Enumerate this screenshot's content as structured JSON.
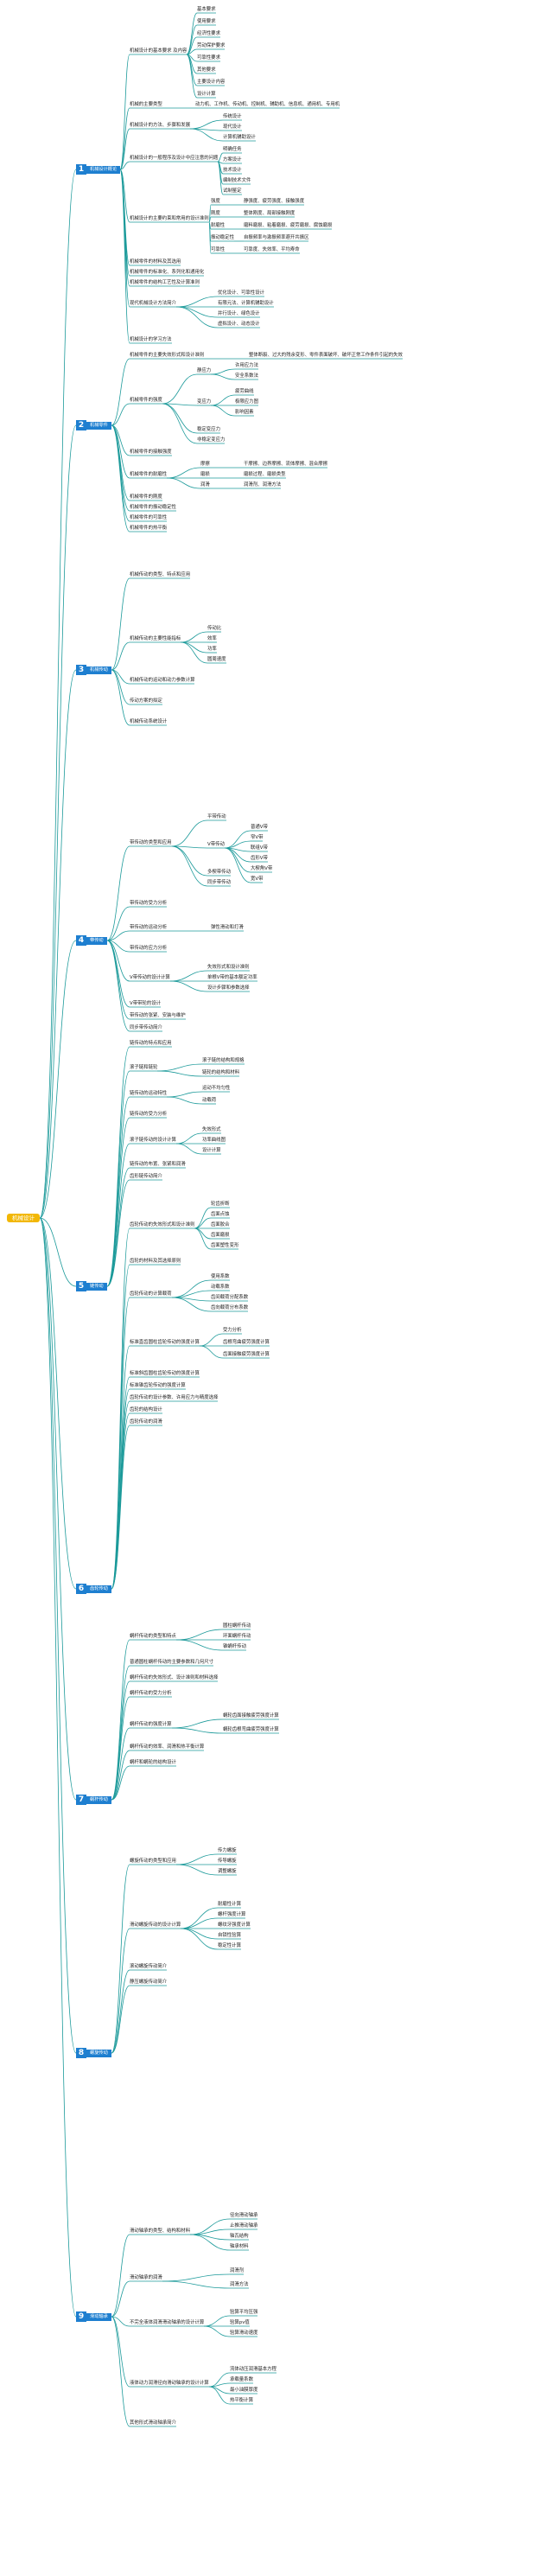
{
  "root": "机械设计",
  "colors": {
    "line": "#1c9a9a",
    "chapter": "#1e7fd0",
    "root": "#f2b705"
  },
  "chapters": [
    {
      "num": "1",
      "title": "机械设计概论"
    },
    {
      "num": "2",
      "title": "机械零件"
    },
    {
      "num": "3",
      "title": "机械传动"
    },
    {
      "num": "4",
      "title": "带传动"
    },
    {
      "num": "5",
      "title": "链传动"
    },
    {
      "num": "6",
      "title": "齿轮传动"
    },
    {
      "num": "7",
      "title": "蜗杆传动"
    },
    {
      "num": "8",
      "title": "螺旋传动"
    },
    {
      "num": "9",
      "title": "滑动轴承"
    }
  ],
  "nodes": [
    {
      "id": "c1a",
      "text": "机械设计的基本要求 及内容"
    },
    {
      "id": "c1a1",
      "text": "基本要求"
    },
    {
      "id": "c1a2",
      "text": "使用要求"
    },
    {
      "id": "c1a3",
      "text": "经济性要求"
    },
    {
      "id": "c1a4",
      "text": "劳动保护要求"
    },
    {
      "id": "c1a5",
      "text": "可靠性要求"
    },
    {
      "id": "c1a6",
      "text": "其他要求"
    },
    {
      "id": "c1a7",
      "text": "主要设计内容"
    },
    {
      "id": "c1a8",
      "text": "设计计算"
    },
    {
      "id": "c1b",
      "text": "机械的主要类型"
    },
    {
      "id": "c1b1",
      "text": "动力机、工作机、传动机、控制机、辅助机、信息机、通用机、专用机"
    },
    {
      "id": "c1c",
      "text": "机械设计的方法、步骤和发展"
    },
    {
      "id": "c1c1",
      "text": "传统设计"
    },
    {
      "id": "c1c2",
      "text": "现代设计"
    },
    {
      "id": "c1c3",
      "text": "计算机辅助设计"
    },
    {
      "id": "c1d",
      "text": "机械设计的一般程序及设计中应注意的问题"
    },
    {
      "id": "c1d1",
      "text": "明确任务"
    },
    {
      "id": "c1d2",
      "text": "方案设计"
    },
    {
      "id": "c1d3",
      "text": "技术设计"
    },
    {
      "id": "c1d4",
      "text": "编制技术文件"
    },
    {
      "id": "c1d5",
      "text": "试制鉴定"
    },
    {
      "id": "c1e",
      "text": "机械设计的主要约束和常用的设计准则"
    },
    {
      "id": "c1e1",
      "text": "强度"
    },
    {
      "id": "c1e2",
      "text": "刚度"
    },
    {
      "id": "c1e3",
      "text": "耐磨性"
    },
    {
      "id": "c1e4",
      "text": "振动稳定性"
    },
    {
      "id": "c1e5",
      "text": "可靠性"
    },
    {
      "id": "c1e1a",
      "text": "静强度、疲劳强度、接触强度"
    },
    {
      "id": "c1e2a",
      "text": "整体刚度、局部接触刚度"
    },
    {
      "id": "c1e3a",
      "text": "磨料磨损、粘着磨损、疲劳磨损、腐蚀磨损"
    },
    {
      "id": "c1e4a",
      "text": "自振频率与激振频率避开共振区"
    },
    {
      "id": "c1e5a",
      "text": "可靠度、失效率、平均寿命"
    },
    {
      "id": "c1f",
      "text": "机械零件的材料及其选用"
    },
    {
      "id": "c1g",
      "text": "机械零件的标准化、系列化和通用化"
    },
    {
      "id": "c1h",
      "text": "机械零件的结构工艺性及计算准则"
    },
    {
      "id": "c1i",
      "text": "现代机械设计方法简介"
    },
    {
      "id": "c1i1",
      "text": "优化设计、可靠性设计"
    },
    {
      "id": "c1i2",
      "text": "有限元法、计算机辅助设计"
    },
    {
      "id": "c1i3",
      "text": "并行设计、绿色设计"
    },
    {
      "id": "c1i4",
      "text": "虚拟设计、动态设计"
    },
    {
      "id": "c1j",
      "text": "机械设计的学习方法"
    },
    {
      "id": "c2a",
      "text": "机械零件的主要失效形式和设计准则"
    },
    {
      "id": "c2a1",
      "text": "整体断裂、过大的残余变形、零件表面破坏、破坏正常工作条件引起的失效"
    },
    {
      "id": "c2b",
      "text": "机械零件的强度"
    },
    {
      "id": "c2b1",
      "text": "静应力"
    },
    {
      "id": "c2b2",
      "text": "变应力"
    },
    {
      "id": "c2b3",
      "text": "稳定变应力"
    },
    {
      "id": "c2b4",
      "text": "非稳定变应力"
    },
    {
      "id": "c2b1a",
      "text": "许用应力法"
    },
    {
      "id": "c2b1b",
      "text": "安全系数法"
    },
    {
      "id": "c2b2a",
      "text": "疲劳曲线"
    },
    {
      "id": "c2b2b",
      "text": "极限应力图"
    },
    {
      "id": "c2b2c",
      "text": "影响因素"
    },
    {
      "id": "c2c",
      "text": "机械零件的接触强度"
    },
    {
      "id": "c2d",
      "text": "机械零件的耐磨性"
    },
    {
      "id": "c2d1",
      "text": "摩擦"
    },
    {
      "id": "c2d2",
      "text": "磨损"
    },
    {
      "id": "c2d3",
      "text": "润滑"
    },
    {
      "id": "c2d1a",
      "text": "干摩擦、边界摩擦、流体摩擦、混合摩擦"
    },
    {
      "id": "c2d2a",
      "text": "磨损过程、磨损类型"
    },
    {
      "id": "c2d3a",
      "text": "润滑剂、润滑方法"
    },
    {
      "id": "c2e",
      "text": "机械零件的刚度"
    },
    {
      "id": "c2f",
      "text": "机械零件的振动稳定性"
    },
    {
      "id": "c2g",
      "text": "机械零件的可靠性"
    },
    {
      "id": "c2h",
      "text": "机械零件的热平衡"
    },
    {
      "id": "c3a",
      "text": "机械传动的类型、特点和应用"
    },
    {
      "id": "c3b",
      "text": "机械传动的主要性能指标"
    },
    {
      "id": "c3b1",
      "text": "传动比"
    },
    {
      "id": "c3b2",
      "text": "效率"
    },
    {
      "id": "c3b3",
      "text": "功率"
    },
    {
      "id": "c3b4",
      "text": "圆周速度"
    },
    {
      "id": "c3c",
      "text": "机械传动的运动和动力参数计算"
    },
    {
      "id": "c3d",
      "text": "传动方案的拟定"
    },
    {
      "id": "c3e",
      "text": "机械传动系统设计"
    },
    {
      "id": "c4a",
      "text": "带传动的类型和应用"
    },
    {
      "id": "c4a1",
      "text": "平带传动"
    },
    {
      "id": "c4a2",
      "text": "V带传动"
    },
    {
      "id": "c4a3",
      "text": "多楔带传动"
    },
    {
      "id": "c4a4",
      "text": "同步带传动"
    },
    {
      "id": "c4a2a",
      "text": "普通V带"
    },
    {
      "id": "c4a2b",
      "text": "窄V带"
    },
    {
      "id": "c4a2c",
      "text": "联组V带"
    },
    {
      "id": "c4a2d",
      "text": "齿形V带"
    },
    {
      "id": "c4a2e",
      "text": "大楔角V带"
    },
    {
      "id": "c4a2f",
      "text": "宽V带"
    },
    {
      "id": "c4b",
      "text": "带传动的受力分析"
    },
    {
      "id": "c4c",
      "text": "带传动的运动分析"
    },
    {
      "id": "c4c1",
      "text": "弹性滑动和打滑"
    },
    {
      "id": "c4d",
      "text": "带传动的应力分析"
    },
    {
      "id": "c4e",
      "text": "V带传动的设计计算"
    },
    {
      "id": "c4e1",
      "text": "失效形式和设计准则"
    },
    {
      "id": "c4e2",
      "text": "单根V带的基本额定功率"
    },
    {
      "id": "c4e3",
      "text": "设计步骤和参数选择"
    },
    {
      "id": "c4f",
      "text": "V带带轮的设计"
    },
    {
      "id": "c4g",
      "text": "带传动的张紧、安装与维护"
    },
    {
      "id": "c4h",
      "text": "同步带传动简介"
    },
    {
      "id": "c5a",
      "text": "链传动的特点和应用"
    },
    {
      "id": "c5b",
      "text": "滚子链和链轮"
    },
    {
      "id": "c5b1",
      "text": "滚子链的结构和规格"
    },
    {
      "id": "c5b2",
      "text": "链轮的结构和材料"
    },
    {
      "id": "c5c",
      "text": "链传动的运动特性"
    },
    {
      "id": "c5c1",
      "text": "运动不均匀性"
    },
    {
      "id": "c5c2",
      "text": "动载荷"
    },
    {
      "id": "c5d",
      "text": "链传动的受力分析"
    },
    {
      "id": "c5e",
      "text": "滚子链传动的设计计算"
    },
    {
      "id": "c5e1",
      "text": "失效形式"
    },
    {
      "id": "c5e2",
      "text": "功率曲线图"
    },
    {
      "id": "c5e3",
      "text": "设计计算"
    },
    {
      "id": "c5f",
      "text": "链传动的布置、张紧和润滑"
    },
    {
      "id": "c5g",
      "text": "齿形链传动简介"
    },
    {
      "id": "c6a",
      "text": "齿轮传动的失效形式和设计准则"
    },
    {
      "id": "c6a1",
      "text": "轮齿折断"
    },
    {
      "id": "c6a2",
      "text": "齿面点蚀"
    },
    {
      "id": "c6a3",
      "text": "齿面胶合"
    },
    {
      "id": "c6a4",
      "text": "齿面磨损"
    },
    {
      "id": "c6a5",
      "text": "齿面塑性变形"
    },
    {
      "id": "c6b",
      "text": "齿轮的材料及其选择原则"
    },
    {
      "id": "c6c",
      "text": "齿轮传动的计算载荷"
    },
    {
      "id": "c6c1",
      "text": "使用系数"
    },
    {
      "id": "c6c2",
      "text": "动载系数"
    },
    {
      "id": "c6c3",
      "text": "齿间载荷分配系数"
    },
    {
      "id": "c6c4",
      "text": "齿向载荷分布系数"
    },
    {
      "id": "c6d",
      "text": "标准直齿圆柱齿轮传动的强度计算"
    },
    {
      "id": "c6d1",
      "text": "受力分析"
    },
    {
      "id": "c6d2",
      "text": "齿根弯曲疲劳强度计算"
    },
    {
      "id": "c6d3",
      "text": "齿面接触疲劳强度计算"
    },
    {
      "id": "c6e",
      "text": "标准斜齿圆柱齿轮传动的强度计算"
    },
    {
      "id": "c6f",
      "text": "标准锥齿轮传动的强度计算"
    },
    {
      "id": "c6g",
      "text": "齿轮传动的设计参数、许用应力与精度选择"
    },
    {
      "id": "c6h",
      "text": "齿轮的结构设计"
    },
    {
      "id": "c6i",
      "text": "齿轮传动的润滑"
    },
    {
      "id": "c7a",
      "text": "蜗杆传动的类型和特点"
    },
    {
      "id": "c7a1",
      "text": "圆柱蜗杆传动"
    },
    {
      "id": "c7a2",
      "text": "环面蜗杆传动"
    },
    {
      "id": "c7a3",
      "text": "锥蜗杆传动"
    },
    {
      "id": "c7b",
      "text": "普通圆柱蜗杆传动的主要参数和几何尺寸"
    },
    {
      "id": "c7c",
      "text": "蜗杆传动的失效形式、设计准则和材料选择"
    },
    {
      "id": "c7d",
      "text": "蜗杆传动的受力分析"
    },
    {
      "id": "c7e",
      "text": "蜗杆传动的强度计算"
    },
    {
      "id": "c7e1",
      "text": "蜗轮齿面接触疲劳强度计算"
    },
    {
      "id": "c7e2",
      "text": "蜗轮齿根弯曲疲劳强度计算"
    },
    {
      "id": "c7f",
      "text": "蜗杆传动的效率、润滑和热平衡计算"
    },
    {
      "id": "c7g",
      "text": "蜗杆和蜗轮的结构设计"
    },
    {
      "id": "c8a",
      "text": "螺旋传动的类型和应用"
    },
    {
      "id": "c8a1",
      "text": "传力螺旋"
    },
    {
      "id": "c8a2",
      "text": "传导螺旋"
    },
    {
      "id": "c8a3",
      "text": "调整螺旋"
    },
    {
      "id": "c8b",
      "text": "滑动螺旋传动的设计计算"
    },
    {
      "id": "c8b1",
      "text": "耐磨性计算"
    },
    {
      "id": "c8b2",
      "text": "螺杆强度计算"
    },
    {
      "id": "c8b3",
      "text": "螺纹牙强度计算"
    },
    {
      "id": "c8b4",
      "text": "自锁性验算"
    },
    {
      "id": "c8b5",
      "text": "稳定性计算"
    },
    {
      "id": "c8c",
      "text": "滚动螺旋传动简介"
    },
    {
      "id": "c8d",
      "text": "静压螺旋传动简介"
    },
    {
      "id": "c9a",
      "text": "滑动轴承的类型、结构和材料"
    },
    {
      "id": "c9a1",
      "text": "径向滑动轴承"
    },
    {
      "id": "c9a2",
      "text": "止推滑动轴承"
    },
    {
      "id": "c9a3",
      "text": "轴瓦结构"
    },
    {
      "id": "c9a4",
      "text": "轴承材料"
    },
    {
      "id": "c9b",
      "text": "滑动轴承的润滑"
    },
    {
      "id": "c9b1",
      "text": "润滑剂"
    },
    {
      "id": "c9b2",
      "text": "润滑方法"
    },
    {
      "id": "c9c",
      "text": "不完全液体润滑滑动轴承的设计计算"
    },
    {
      "id": "c9c1",
      "text": "验算平均压强"
    },
    {
      "id": "c9c2",
      "text": "验算pv值"
    },
    {
      "id": "c9c3",
      "text": "验算滑动速度"
    },
    {
      "id": "c9d",
      "text": "液体动力润滑径向滑动轴承的设计计算"
    },
    {
      "id": "c9d1",
      "text": "流体动压润滑基本方程"
    },
    {
      "id": "c9d2",
      "text": "承载量系数"
    },
    {
      "id": "c9d3",
      "text": "最小油膜厚度"
    },
    {
      "id": "c9d4",
      "text": "热平衡计算"
    },
    {
      "id": "c9e",
      "text": "其他形式滑动轴承简介"
    }
  ]
}
